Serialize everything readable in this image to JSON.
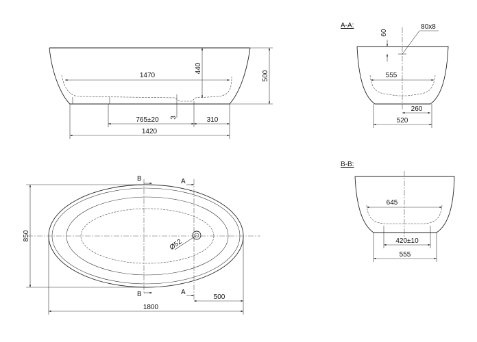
{
  "side_view": {
    "d_1470": "1470",
    "d_440": "440",
    "d_500": "500",
    "d_765": "765±20",
    "d_3": "3",
    "d_310": "310",
    "d_1420": "1420"
  },
  "section_aa": {
    "title": "A-A:",
    "d_60": "60",
    "d_80x8": "80x8",
    "d_555": "555",
    "d_260": "260",
    "d_520": "520"
  },
  "section_bb": {
    "title": "B-B:",
    "d_645": "645",
    "d_420": "420±10",
    "d_555": "555"
  },
  "top_view": {
    "d_850": "850",
    "d_1800": "1800",
    "d_500": "500",
    "d_drain": "Ø52",
    "mark_b": "B",
    "mark_a": "A"
  }
}
